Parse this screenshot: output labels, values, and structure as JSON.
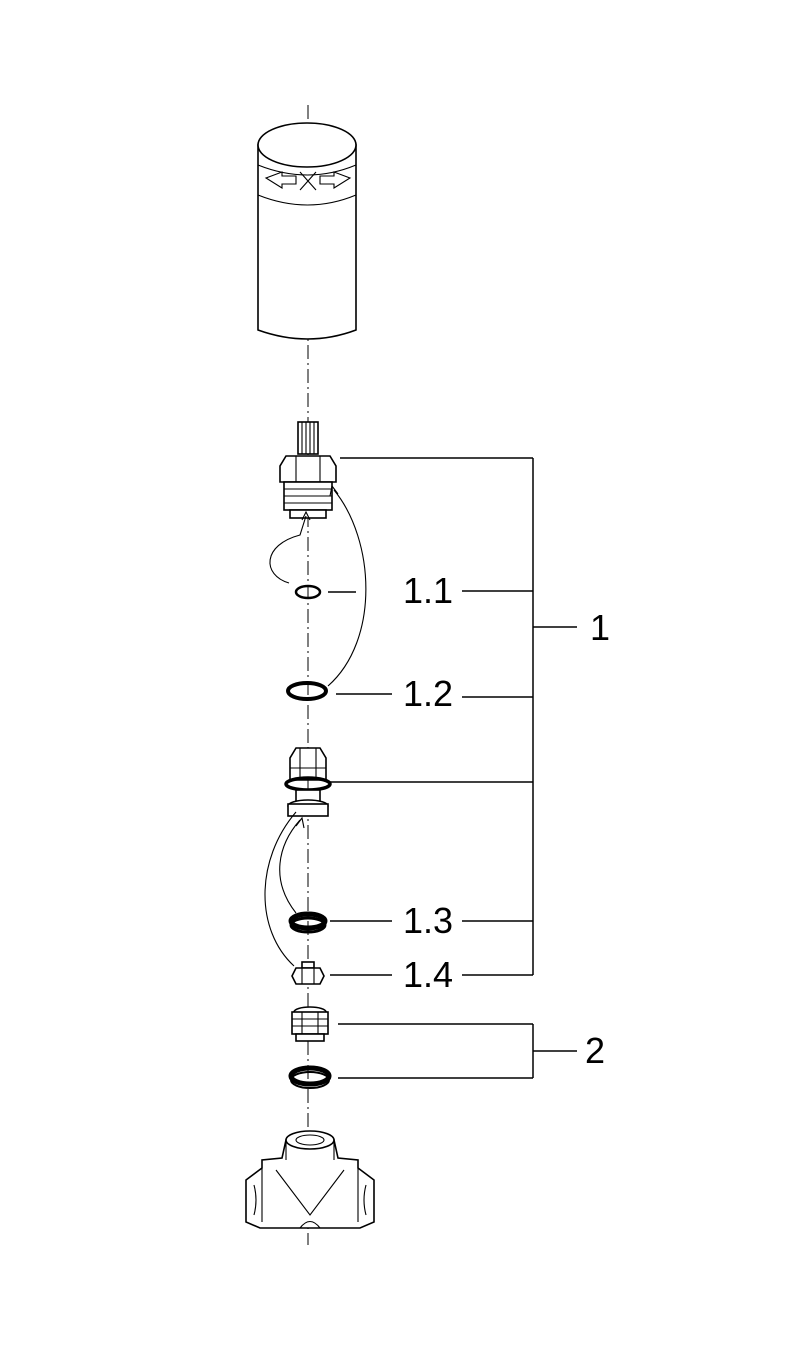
{
  "labels": {
    "l1_1": "1.1",
    "l1_2": "1.2",
    "l1_3": "1.3",
    "l1_4": "1.4",
    "l1": "1",
    "l2": "2"
  }
}
